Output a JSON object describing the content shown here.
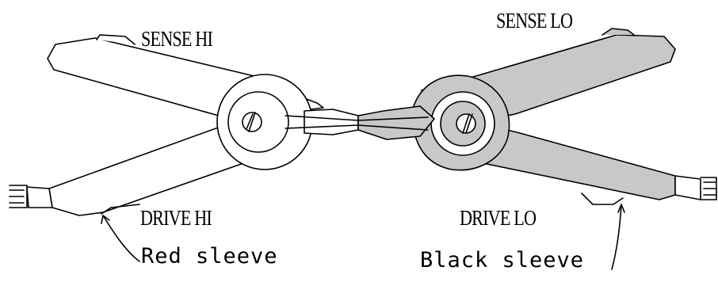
{
  "labels": {
    "sense_hi": "SENSE HI",
    "sense_lo": "SENSE LO",
    "drive_hi": "DRIVE HI",
    "drive_lo": "DRIVE LO",
    "red_sleeve": "Red sleeve",
    "black_sleeve": "Black sleeve"
  },
  "colors": {
    "outline": "#000000",
    "hi_clip_fill": "#ffffff",
    "lo_clip_fill": "#c8c8c8",
    "background": "#ffffff"
  }
}
